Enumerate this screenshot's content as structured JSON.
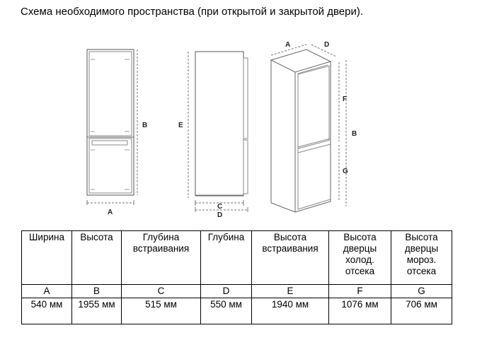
{
  "heading": "Схема необходимого пространства (при открытой и закрытой двери).",
  "diagram_labels": {
    "front_width": "A",
    "front_height": "B",
    "side_height": "E",
    "side_depth_inner": "C",
    "side_depth_outer": "D",
    "iso_width": "A",
    "iso_depth": "D",
    "iso_height": "B",
    "iso_fridge_door": "F",
    "iso_freezer_door": "G"
  },
  "table": {
    "headers": [
      "Ширина",
      "Высота",
      "Глубина встраивания",
      "Глубина",
      "Высота встраивания",
      "Высота дверцы холод. отсека",
      "Высота дверцы мороз. отсека"
    ],
    "letters": [
      "A",
      "B",
      "C",
      "D",
      "E",
      "F",
      "G"
    ],
    "values": [
      "540 мм",
      "1955 мм",
      "515 мм",
      "550 мм",
      "1940 мм",
      "1076 мм",
      "706 мм"
    ]
  }
}
